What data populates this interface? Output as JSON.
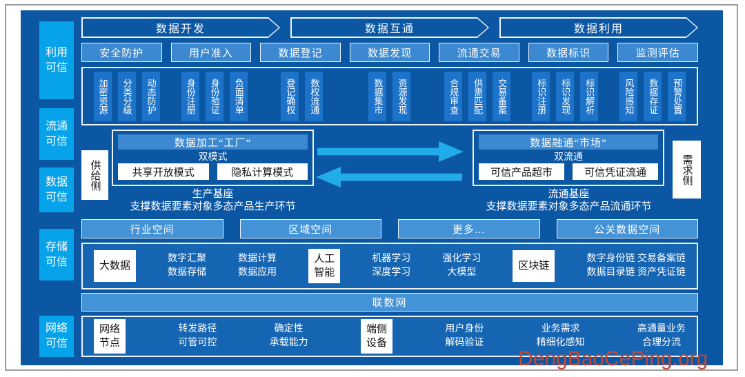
{
  "title_arrows": [
    "数据开发",
    "数据互通",
    "数据利用"
  ],
  "sidebar": {
    "items": [
      "利用可信",
      "流通可信",
      "数据可信",
      "存储可信",
      "网络可信"
    ]
  },
  "categories": [
    {
      "label": "安全防护",
      "items": [
        "加密资源",
        "分类分级",
        "动态防护"
      ]
    },
    {
      "label": "用户准入",
      "items": [
        "身份注册",
        "身份验证",
        "负面清单"
      ]
    },
    {
      "label": "数据登记",
      "items": [
        "登记确权",
        "数权流通"
      ]
    },
    {
      "label": "数据发现",
      "items": [
        "数据集市",
        "资源发现"
      ]
    },
    {
      "label": "流通交易",
      "items": [
        "合规审查",
        "供需匹配",
        "交易备案"
      ]
    },
    {
      "label": "数据标识",
      "items": [
        "标识注册",
        "标识发现",
        "标识解析"
      ]
    },
    {
      "label": "监测评估",
      "items": [
        "风险感知",
        "数据存证",
        "预警处置"
      ]
    }
  ],
  "middle": {
    "supply_side": "供给侧",
    "demand_side": "需求侧",
    "factory": {
      "title": "数据加工“工厂”",
      "mode_label": "双模式",
      "modes": [
        "共享开放模式",
        "隐私计算模式"
      ],
      "base_title": "生产基座",
      "base_desc": "支撑数据要素对象多态产品生产环节"
    },
    "market": {
      "title": "数据融通“市场”",
      "mode_label": "双流通",
      "modes": [
        "可信产品超市",
        "可信凭证流通"
      ],
      "base_title": "流通基座",
      "base_desc": "支撑数据要素对象多态产品流通环节"
    }
  },
  "spaces": [
    "行业空间",
    "区域空间",
    "更多…",
    "公关数据空间"
  ],
  "tech_row": {
    "items": [
      {
        "style": "white",
        "lines": [
          "大数据"
        ]
      },
      {
        "style": "plain",
        "lines": [
          "数字汇聚",
          "数据存储"
        ]
      },
      {
        "style": "plain",
        "lines": [
          "数据计算",
          "数据应用"
        ]
      },
      {
        "style": "white",
        "lines": [
          "人工",
          "智能"
        ]
      },
      {
        "style": "plain",
        "lines": [
          "机器学习",
          "深度学习"
        ]
      },
      {
        "style": "plain",
        "lines": [
          "强化学习",
          "大模型"
        ]
      },
      {
        "style": "white",
        "lines": [
          "区块链"
        ]
      },
      {
        "style": "plain",
        "lines": [
          "数字身份链 交易备案链",
          "数据目录链 资产凭证链"
        ]
      }
    ]
  },
  "network": {
    "banner": "联数网",
    "items": [
      {
        "style": "white",
        "lines": [
          "网络",
          "节点"
        ]
      },
      {
        "style": "plain",
        "lines": [
          "转发路径",
          "可管可控"
        ]
      },
      {
        "style": "plain",
        "lines": [
          "确定性",
          "承载能力"
        ]
      },
      {
        "style": "white",
        "lines": [
          "端侧",
          "设备"
        ]
      },
      {
        "style": "plain",
        "lines": [
          "用户身份",
          "解码验证"
        ]
      },
      {
        "style": "plain",
        "lines": [
          "业务需求",
          "精细化感知"
        ]
      },
      {
        "style": "plain",
        "lines": [
          "高通量业务",
          "合理分流"
        ]
      }
    ]
  },
  "watermark": "DengBaoCePing.org",
  "colors": {
    "panel": "#0b57a4",
    "sidebar": "#06a2ea",
    "boxMed": "#3c89d1",
    "boxLight": "#4493d6",
    "vbox": "#1d73c9",
    "fill": "#1565b3",
    "arrow": "#21abe9",
    "wm": "#bf4937"
  }
}
